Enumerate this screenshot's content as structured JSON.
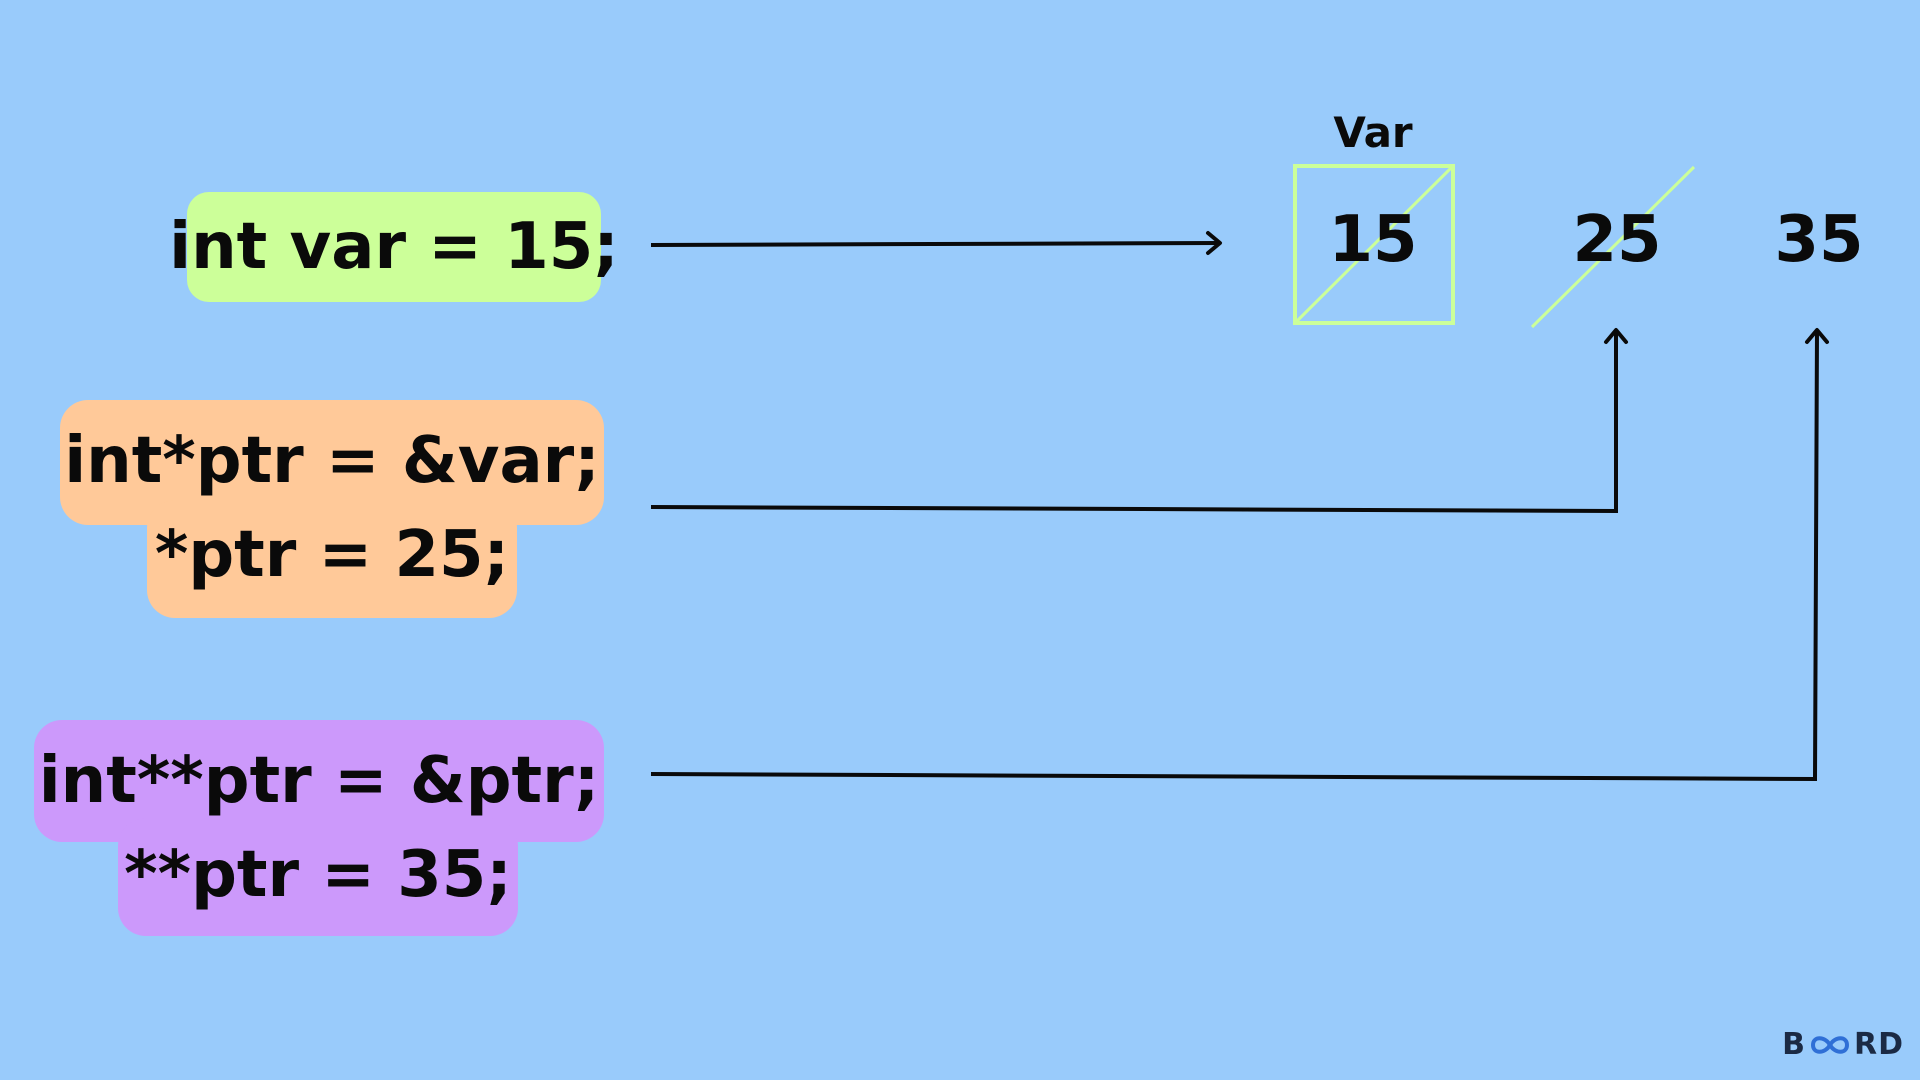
{
  "colors": {
    "background": "#99cbfb",
    "box_var": "#ccff99",
    "box_ptr": "#ffc999",
    "box_dptr": "#cc99fb",
    "strike": "#ccff99",
    "arrow": "#0a0a0a"
  },
  "code": {
    "line1": "int var = 15;",
    "line2": "int*ptr = &var;",
    "line3": "*ptr = 25;",
    "line4": "int**ptr = &ptr;",
    "line5": "**ptr = 35;"
  },
  "memory": {
    "label": "Var",
    "values": [
      "15",
      "25",
      "35"
    ],
    "struck_out": [
      true,
      true,
      false
    ]
  },
  "logo": {
    "text_left": "B",
    "text_right": "RD",
    "icon": "infinity-icon"
  }
}
